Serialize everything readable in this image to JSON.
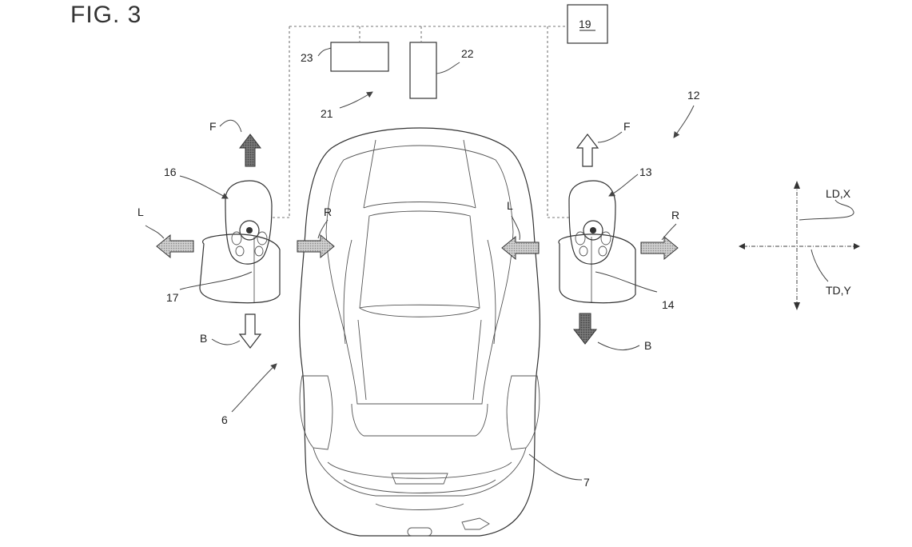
{
  "figure": {
    "title": "FIG. 3"
  },
  "labels": {
    "ref_19": "19",
    "ref_23": "23",
    "ref_22": "22",
    "ref_21": "21",
    "ref_12": "12",
    "ref_16": "16",
    "ref_13": "13",
    "ref_17": "17",
    "ref_14": "14",
    "ref_6": "6",
    "ref_7": "7",
    "left_F": "F",
    "left_L": "L",
    "left_R": "R",
    "left_B": "B",
    "right_F": "F",
    "right_L": "L",
    "right_R": "R",
    "right_B": "B",
    "axis_ld_x": "LD,X",
    "axis_td_y": "TD,Y"
  }
}
